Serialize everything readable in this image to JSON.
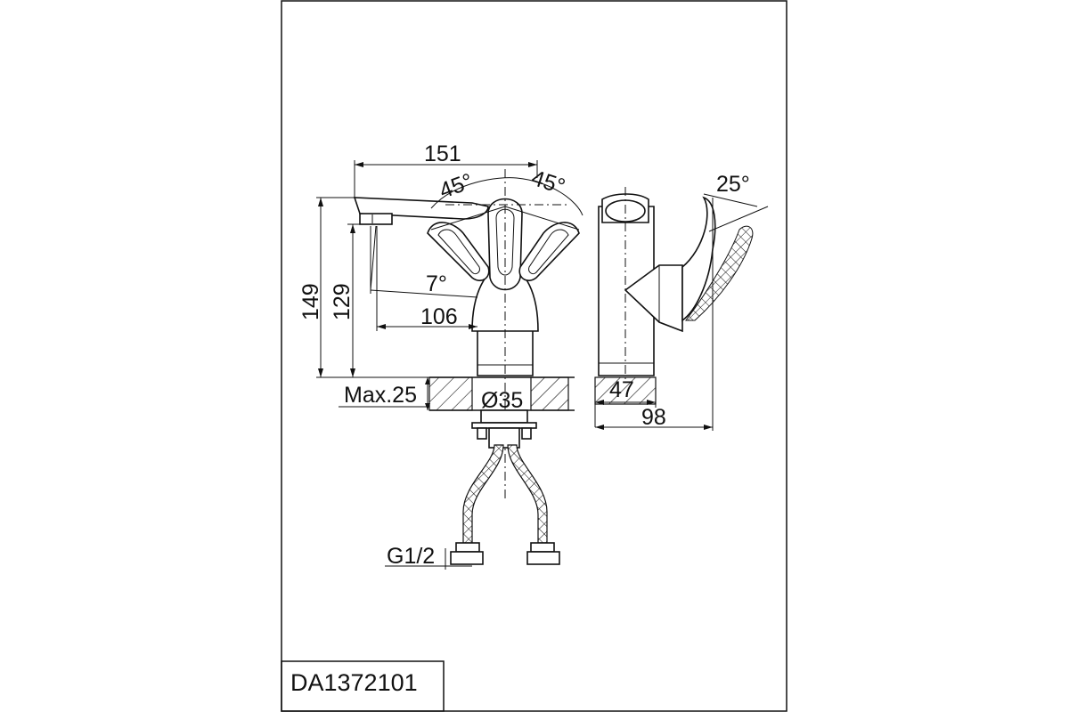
{
  "model_code": "DA1372101",
  "dimensions": {
    "total_length": "151",
    "handle_angle_left": "45°",
    "handle_angle_right": "45°",
    "spout_tilt_angle": "7°",
    "spout_reach": "106",
    "total_height": "149",
    "spout_height": "129",
    "max_deck_thickness": "Max.25",
    "mounting_hole_diameter": "Ø35",
    "connection_thread": "G1/2",
    "base_diameter": "47",
    "side_depth": "98",
    "lever_angle": "25°"
  }
}
